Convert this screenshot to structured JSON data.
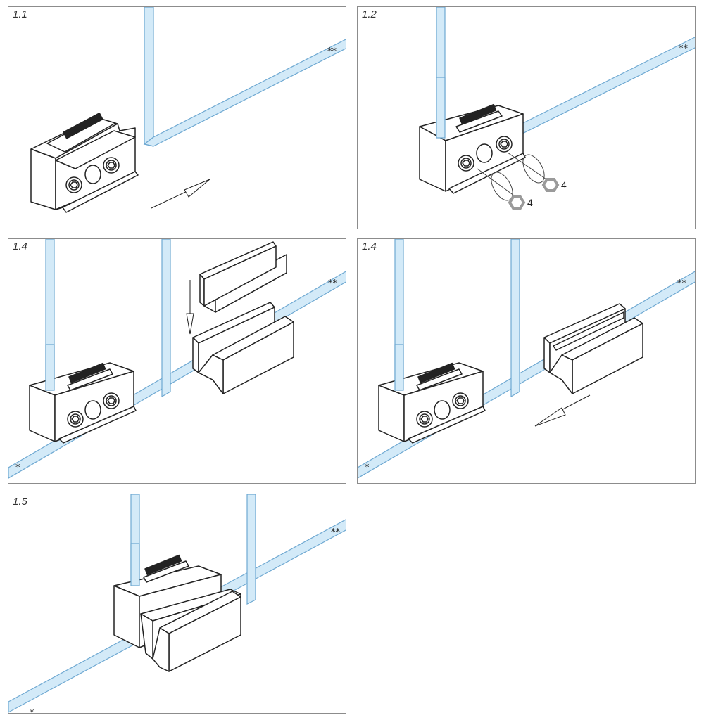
{
  "colors": {
    "glass_fill": "#d3eaf8",
    "glass_stroke": "#6fa9d2",
    "line": "#222222",
    "frame": "#8c8c8c",
    "washer": "#9a9a9a"
  },
  "panels": [
    {
      "label": "1.1",
      "glass_mark": "**"
    },
    {
      "label": "1.2",
      "glass_mark": "**",
      "callout_a": "4",
      "callout_b": "4"
    },
    {
      "label": "1.4",
      "glass_mark": "**",
      "glass_mark_2": "*"
    },
    {
      "label": "1.4",
      "glass_mark": "**",
      "glass_mark_2": "*"
    },
    {
      "label": "1.5",
      "glass_mark": "**",
      "glass_mark_2": "*"
    }
  ],
  "icons": [
    "bracket-icon",
    "u-channel-icon",
    "arrow-icon",
    "rotation-arrow-icon",
    "hex-washer-icon",
    "hex-bolt-icon"
  ]
}
